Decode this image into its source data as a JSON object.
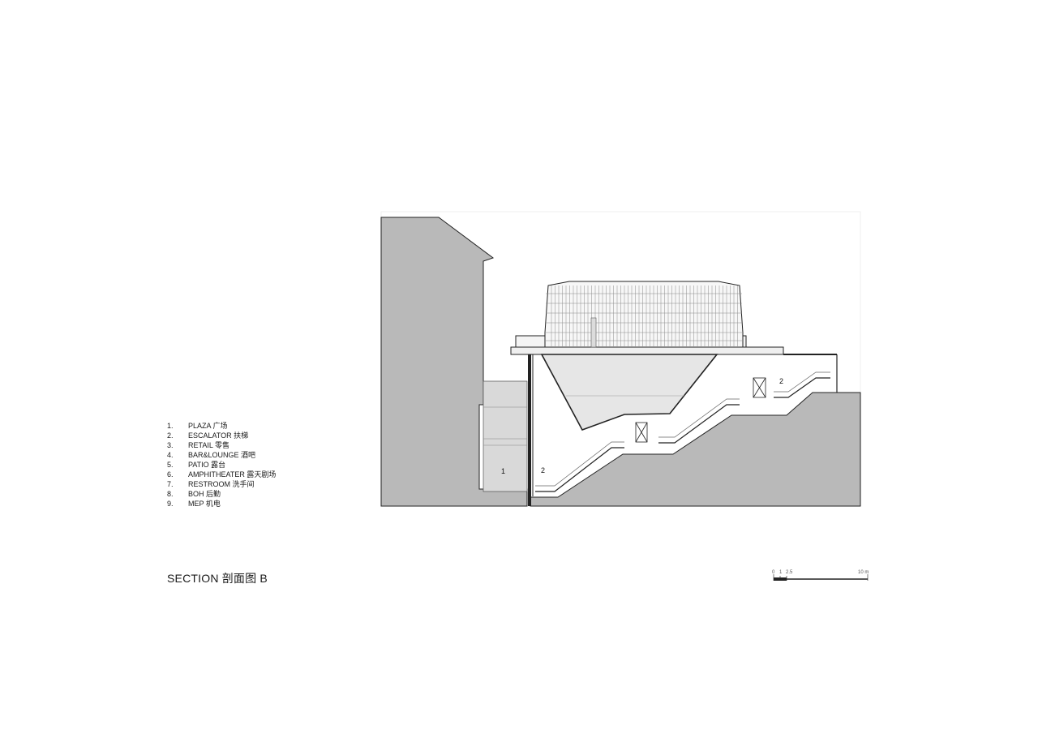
{
  "title": "SECTION 剖面图 B",
  "legend": [
    {
      "num": "1.",
      "label": "PLAZA 广场"
    },
    {
      "num": "2.",
      "label": "ESCALATOR 扶梯"
    },
    {
      "num": "3.",
      "label": "RETAIL 零售"
    },
    {
      "num": "4.",
      "label": "BAR&LOUNGE 酒吧"
    },
    {
      "num": "5.",
      "label": "PATIO 露台"
    },
    {
      "num": "6.",
      "label": "AMPHITHEATER 露天剧场"
    },
    {
      "num": "7.",
      "label": "RESTROOM 洗手间"
    },
    {
      "num": "8.",
      "label": "BOH 后勤"
    },
    {
      "num": "9.",
      "label": "MEP 机电"
    }
  ],
  "scale_bar": {
    "ticks": [
      "0",
      "1",
      "2.5",
      "10 m"
    ]
  },
  "room_labels": {
    "plaza": "1",
    "escalator_lower": "2",
    "escalator_upper": "2"
  },
  "colors": {
    "solid_fill": "#b9b9b9",
    "line": "#222222",
    "glass": "#e2e2e2",
    "background": "#ffffff"
  }
}
